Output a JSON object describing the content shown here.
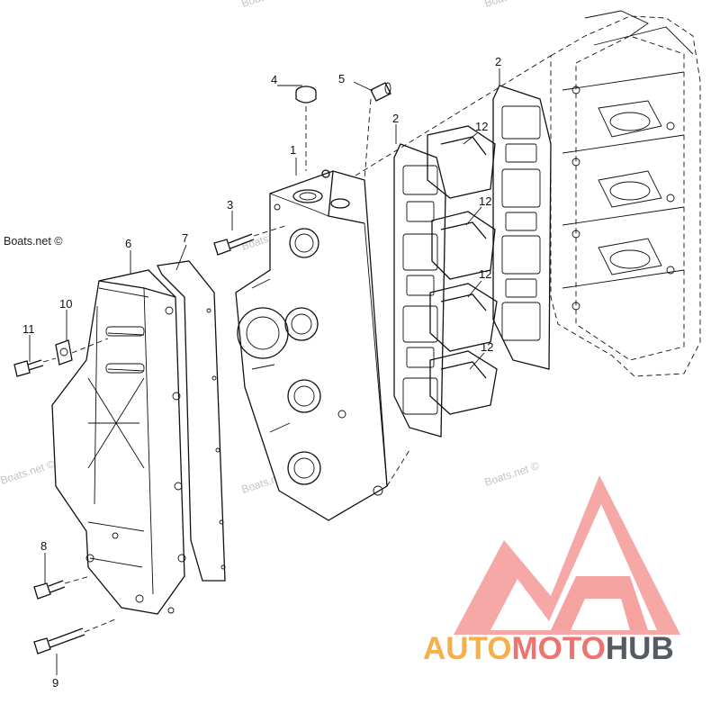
{
  "watermarks": {
    "site": "Boats.net ©"
  },
  "callouts": {
    "p1": "1",
    "p2a": "2",
    "p2b": "2",
    "p3": "3",
    "p4": "4",
    "p5": "5",
    "p6": "6",
    "p7": "7",
    "p8": "8",
    "p9": "9",
    "p10": "10",
    "p11": "11",
    "p12a": "12",
    "p12b": "12",
    "p12c": "12",
    "p12d": "12"
  },
  "brand": {
    "part1": "AUTO",
    "part2": "MOTO",
    "part3": "HUB",
    "color_auto": "#f6b04a",
    "color_moto": "#ee7470",
    "color_hub": "#555a63",
    "logo_color": "#f4a3a1"
  }
}
